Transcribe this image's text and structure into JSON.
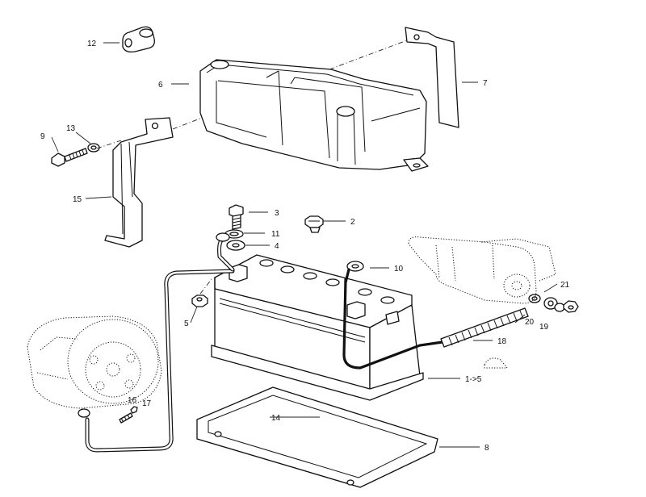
{
  "callouts": [
    {
      "id": "12",
      "label": "12"
    },
    {
      "id": "6",
      "label": "6"
    },
    {
      "id": "7",
      "label": "7"
    },
    {
      "id": "9",
      "label": "9"
    },
    {
      "id": "13",
      "label": "13"
    },
    {
      "id": "15",
      "label": "15"
    },
    {
      "id": "3",
      "label": "3"
    },
    {
      "id": "2",
      "label": "2"
    },
    {
      "id": "11",
      "label": "11"
    },
    {
      "id": "4",
      "label": "4"
    },
    {
      "id": "10",
      "label": "10"
    },
    {
      "id": "5",
      "label": "5"
    },
    {
      "id": "21",
      "label": "21"
    },
    {
      "id": "20",
      "label": "20"
    },
    {
      "id": "19",
      "label": "19"
    },
    {
      "id": "18",
      "label": "18"
    },
    {
      "id": "1-5",
      "label": "1->5"
    },
    {
      "id": "16",
      "label": "16"
    },
    {
      "id": "17",
      "label": "17"
    },
    {
      "id": "14",
      "label": "14"
    },
    {
      "id": "8",
      "label": "8"
    }
  ]
}
